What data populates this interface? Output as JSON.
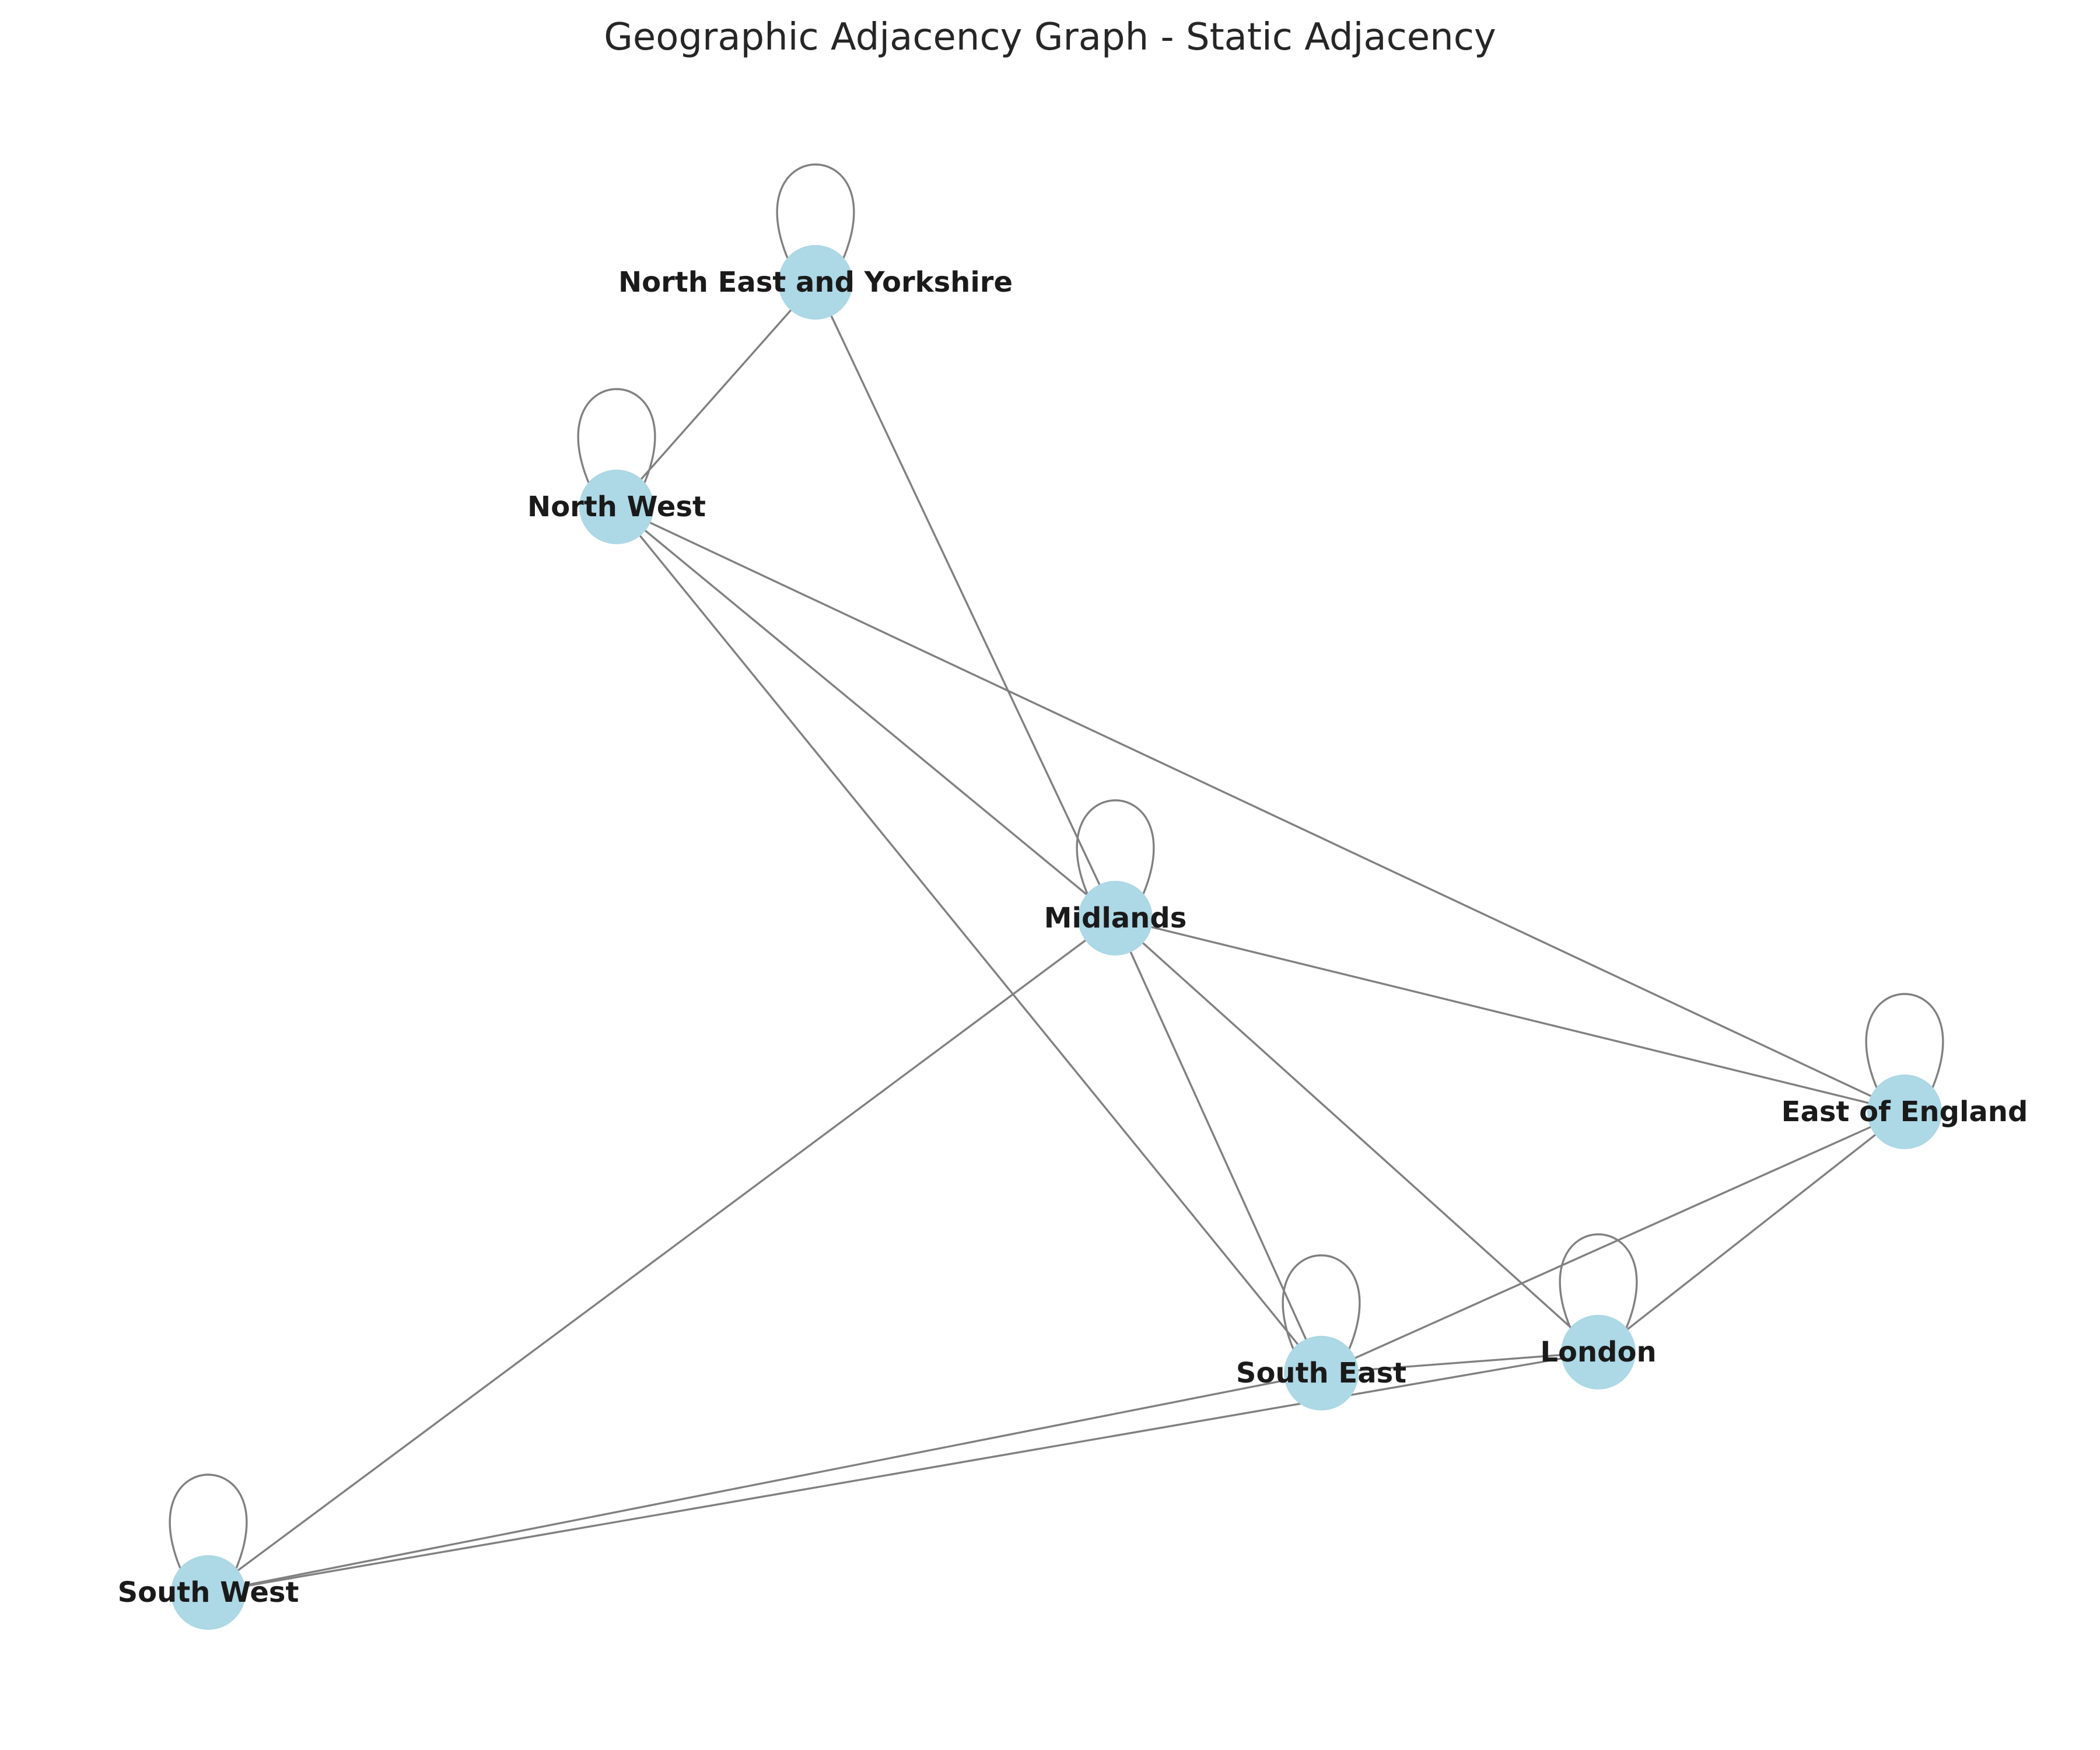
{
  "title": "Geographic Adjacency Graph - Static Adjacency",
  "colors": {
    "node_fill": "#add8e6",
    "edge_stroke": "#808080",
    "label_color": "#1a1a1a",
    "title_color": "#262626",
    "background": "#ffffff"
  },
  "nodes": [
    {
      "id": "ney",
      "label": "North East and Yorkshire"
    },
    {
      "id": "nw",
      "label": "North West"
    },
    {
      "id": "mid",
      "label": "Midlands"
    },
    {
      "id": "eoe",
      "label": "East of England"
    },
    {
      "id": "se",
      "label": "South East"
    },
    {
      "id": "lon",
      "label": "London"
    },
    {
      "id": "sw",
      "label": "South West"
    }
  ],
  "edges": [
    [
      "ney",
      "ney"
    ],
    [
      "nw",
      "nw"
    ],
    [
      "mid",
      "mid"
    ],
    [
      "eoe",
      "eoe"
    ],
    [
      "se",
      "se"
    ],
    [
      "lon",
      "lon"
    ],
    [
      "sw",
      "sw"
    ],
    [
      "ney",
      "nw"
    ],
    [
      "ney",
      "mid"
    ],
    [
      "nw",
      "mid"
    ],
    [
      "nw",
      "eoe"
    ],
    [
      "nw",
      "se"
    ],
    [
      "mid",
      "eoe"
    ],
    [
      "mid",
      "se"
    ],
    [
      "mid",
      "lon"
    ],
    [
      "mid",
      "sw"
    ],
    [
      "eoe",
      "se"
    ],
    [
      "eoe",
      "lon"
    ],
    [
      "se",
      "lon"
    ],
    [
      "se",
      "sw"
    ],
    [
      "lon",
      "sw"
    ]
  ]
}
